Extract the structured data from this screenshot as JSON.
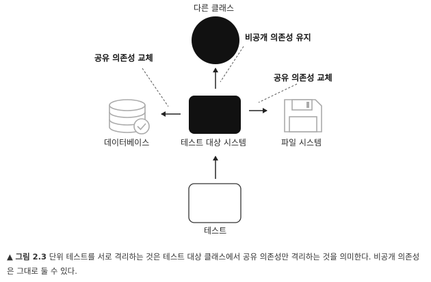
{
  "diagram": {
    "other_class_label": "다른 클래스",
    "private_dep_label": "비공개 의존성 유지",
    "shared_dep_left_label": "공유 의존성 교체",
    "shared_dep_right_label": "공유 의존성 교체",
    "database_label": "데이터베이스",
    "sut_label": "테스트 대상 시스템",
    "file_system_label": "파일 시스템",
    "test_label": "테스트"
  },
  "caption": {
    "marker": "▲",
    "figure_number": "그림 2.3",
    "text": "단위 테스트를 서로 격리하는 것은 테스트 대상 클래스에서 공유 의존성만 격리하는 것을 의미한다. 비공개 의존성은 그대로 둘 수 있다."
  },
  "colors": {
    "node_fill": "#111111",
    "icon_gray": "#aaaaaa",
    "arrow": "#222222"
  }
}
